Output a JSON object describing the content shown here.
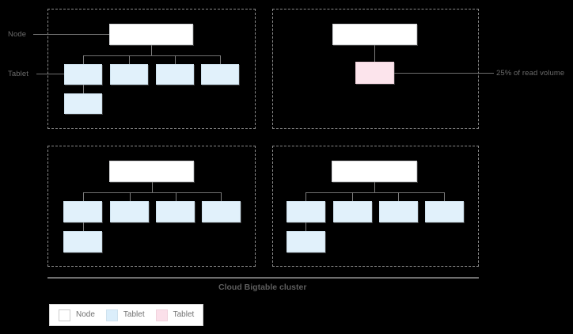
{
  "diagram": {
    "caption": "Cloud Bigtable cluster",
    "callouts": [
      {
        "id": "node-callout",
        "text": "Node"
      },
      {
        "id": "tablet-callout",
        "text": "Tablet"
      },
      {
        "id": "hot-callout",
        "text": "25% of read volume"
      }
    ],
    "legend": [
      {
        "label": "Node",
        "color": "#ffffff"
      },
      {
        "label": "Tablet",
        "color": "#dbeefb"
      },
      {
        "label": "Tablet",
        "color": "#fbe0ea"
      }
    ],
    "colors": {
      "background": "#000000",
      "node_fill": "#ffffff",
      "tablet_fill": "#e1f1fb",
      "hot_tablet_fill": "#fce4ec",
      "panel_border": "#8a8a8a",
      "connector": "#6f6f6f",
      "label_text": "#6b6b6b",
      "caption_text": "#5e5e5e"
    },
    "panels": [
      {
        "id": "panel-top-left",
        "node_count": 1,
        "tablet_count": 5,
        "hot_tablet_count": 0
      },
      {
        "id": "panel-top-right",
        "node_count": 1,
        "tablet_count": 0,
        "hot_tablet_count": 1
      },
      {
        "id": "panel-bottom-left",
        "node_count": 1,
        "tablet_count": 5,
        "hot_tablet_count": 0
      },
      {
        "id": "panel-bottom-right",
        "node_count": 1,
        "tablet_count": 5,
        "hot_tablet_count": 0
      }
    ]
  }
}
